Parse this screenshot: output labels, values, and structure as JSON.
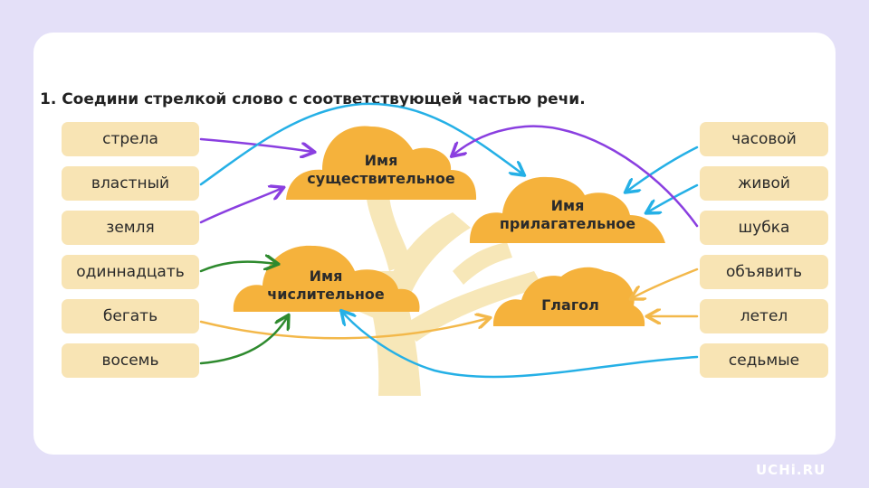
{
  "task": "1. Соедини стрелкой слово с соответствующей частью речи.",
  "left_words": [
    "стрела",
    "властный",
    "земля",
    "одиннадцать",
    "бегать",
    "восемь"
  ],
  "right_words": [
    "часовой",
    "живой",
    "шубка",
    "объявить",
    "летел",
    "седьмые"
  ],
  "categories": {
    "noun": [
      "Имя",
      "существительное"
    ],
    "adjective": [
      "Имя",
      "прилагательное"
    ],
    "numeral": [
      "Имя",
      "числительное"
    ],
    "verb": [
      "Глагол"
    ]
  },
  "logo": "UCHi.RU",
  "colors": {
    "background": "#e4e0f8",
    "card": "#ffffff",
    "word_box": "#f8e4b4",
    "cloud": "#f5b23c",
    "tree": "#f7e7b8",
    "arrow_purple": "#8a3fe0",
    "arrow_blue": "#25b0e6",
    "arrow_green": "#2e8a2e",
    "arrow_orange": "#f3b84a"
  }
}
